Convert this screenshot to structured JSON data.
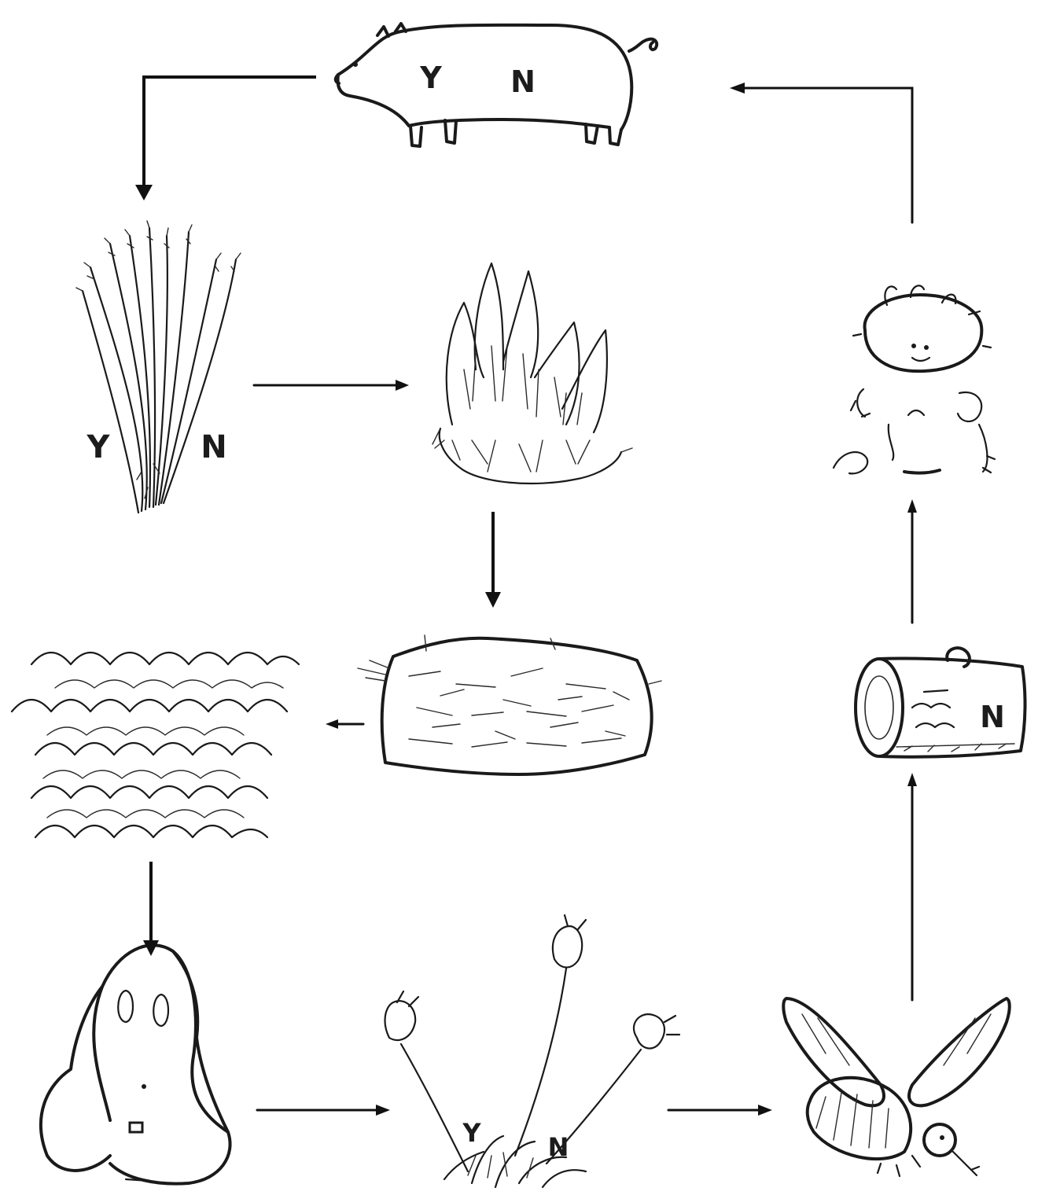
{
  "diagram": {
    "nodes": [
      {
        "id": "pig",
        "picture": "pig",
        "labels": [
          "Y",
          "N"
        ]
      },
      {
        "id": "grain",
        "picture": "grain-stalks",
        "labels": [
          "Y",
          "N"
        ]
      },
      {
        "id": "fire",
        "picture": "fire",
        "labels": []
      },
      {
        "id": "ash",
        "picture": "ash-block",
        "labels": []
      },
      {
        "id": "water",
        "picture": "water-waves",
        "labels": []
      },
      {
        "id": "rabbit",
        "picture": "rabbit-face",
        "labels": []
      },
      {
        "id": "flowers",
        "picture": "tulip-flowers",
        "labels": [
          "Y",
          "N"
        ]
      },
      {
        "id": "bee",
        "picture": "bee",
        "labels": []
      },
      {
        "id": "log",
        "picture": "log",
        "labels": [
          "N"
        ]
      },
      {
        "id": "baby",
        "picture": "baby",
        "labels": []
      }
    ],
    "edges": [
      {
        "from": "pig",
        "to": "grain"
      },
      {
        "from": "grain",
        "to": "fire"
      },
      {
        "from": "fire",
        "to": "ash"
      },
      {
        "from": "ash",
        "to": "water"
      },
      {
        "from": "water",
        "to": "rabbit"
      },
      {
        "from": "rabbit",
        "to": "flowers"
      },
      {
        "from": "flowers",
        "to": "bee"
      },
      {
        "from": "bee",
        "to": "log"
      },
      {
        "from": "log",
        "to": "baby"
      },
      {
        "from": "baby",
        "to": "pig"
      }
    ]
  }
}
